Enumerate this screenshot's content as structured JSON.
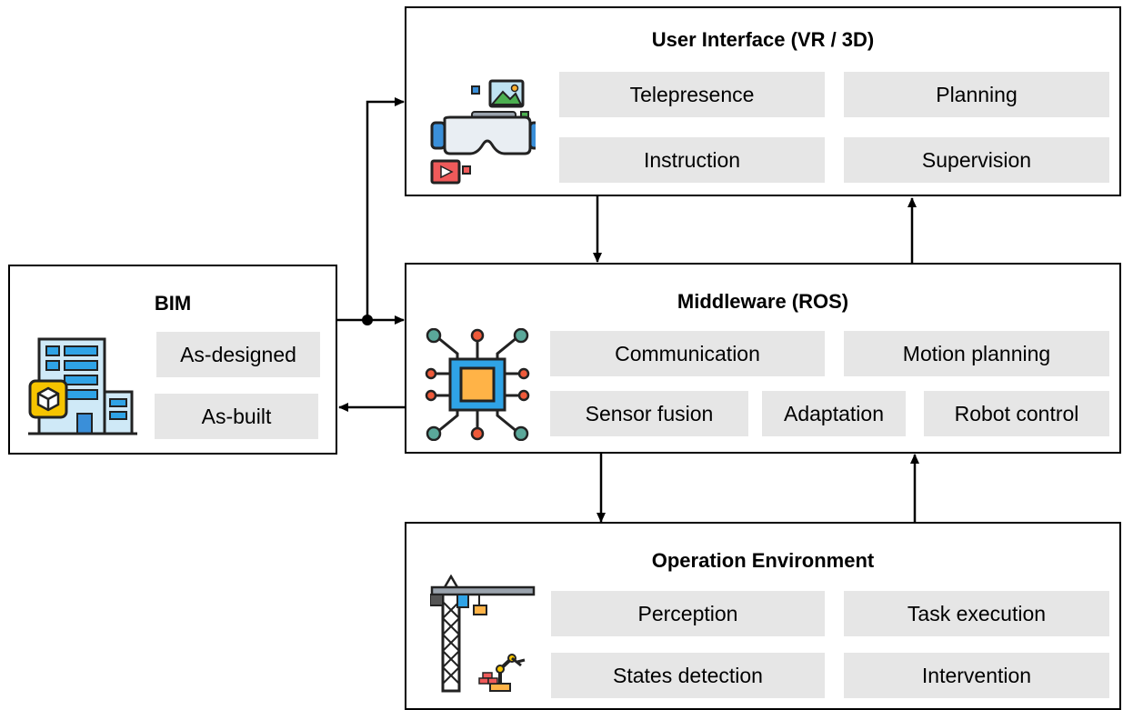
{
  "ui": {
    "title": "User Interface (VR / 3D)",
    "items": [
      "Telepresence",
      "Planning",
      "Instruction",
      "Supervision"
    ],
    "icon": "vr-headset-icon"
  },
  "bim": {
    "title": "BIM",
    "items": [
      "As-designed",
      "As-built"
    ],
    "icon": "building-model-icon"
  },
  "middleware": {
    "title": "Middleware (ROS)",
    "items": [
      "Communication",
      "Motion planning",
      "Sensor fusion",
      "Adaptation",
      "Robot control"
    ],
    "icon": "processor-chip-icon"
  },
  "operation": {
    "title": "Operation Environment",
    "items": [
      "Perception",
      "Task execution",
      "States detection",
      "Intervention"
    ],
    "icon": "crane-robot-arm-icon"
  }
}
